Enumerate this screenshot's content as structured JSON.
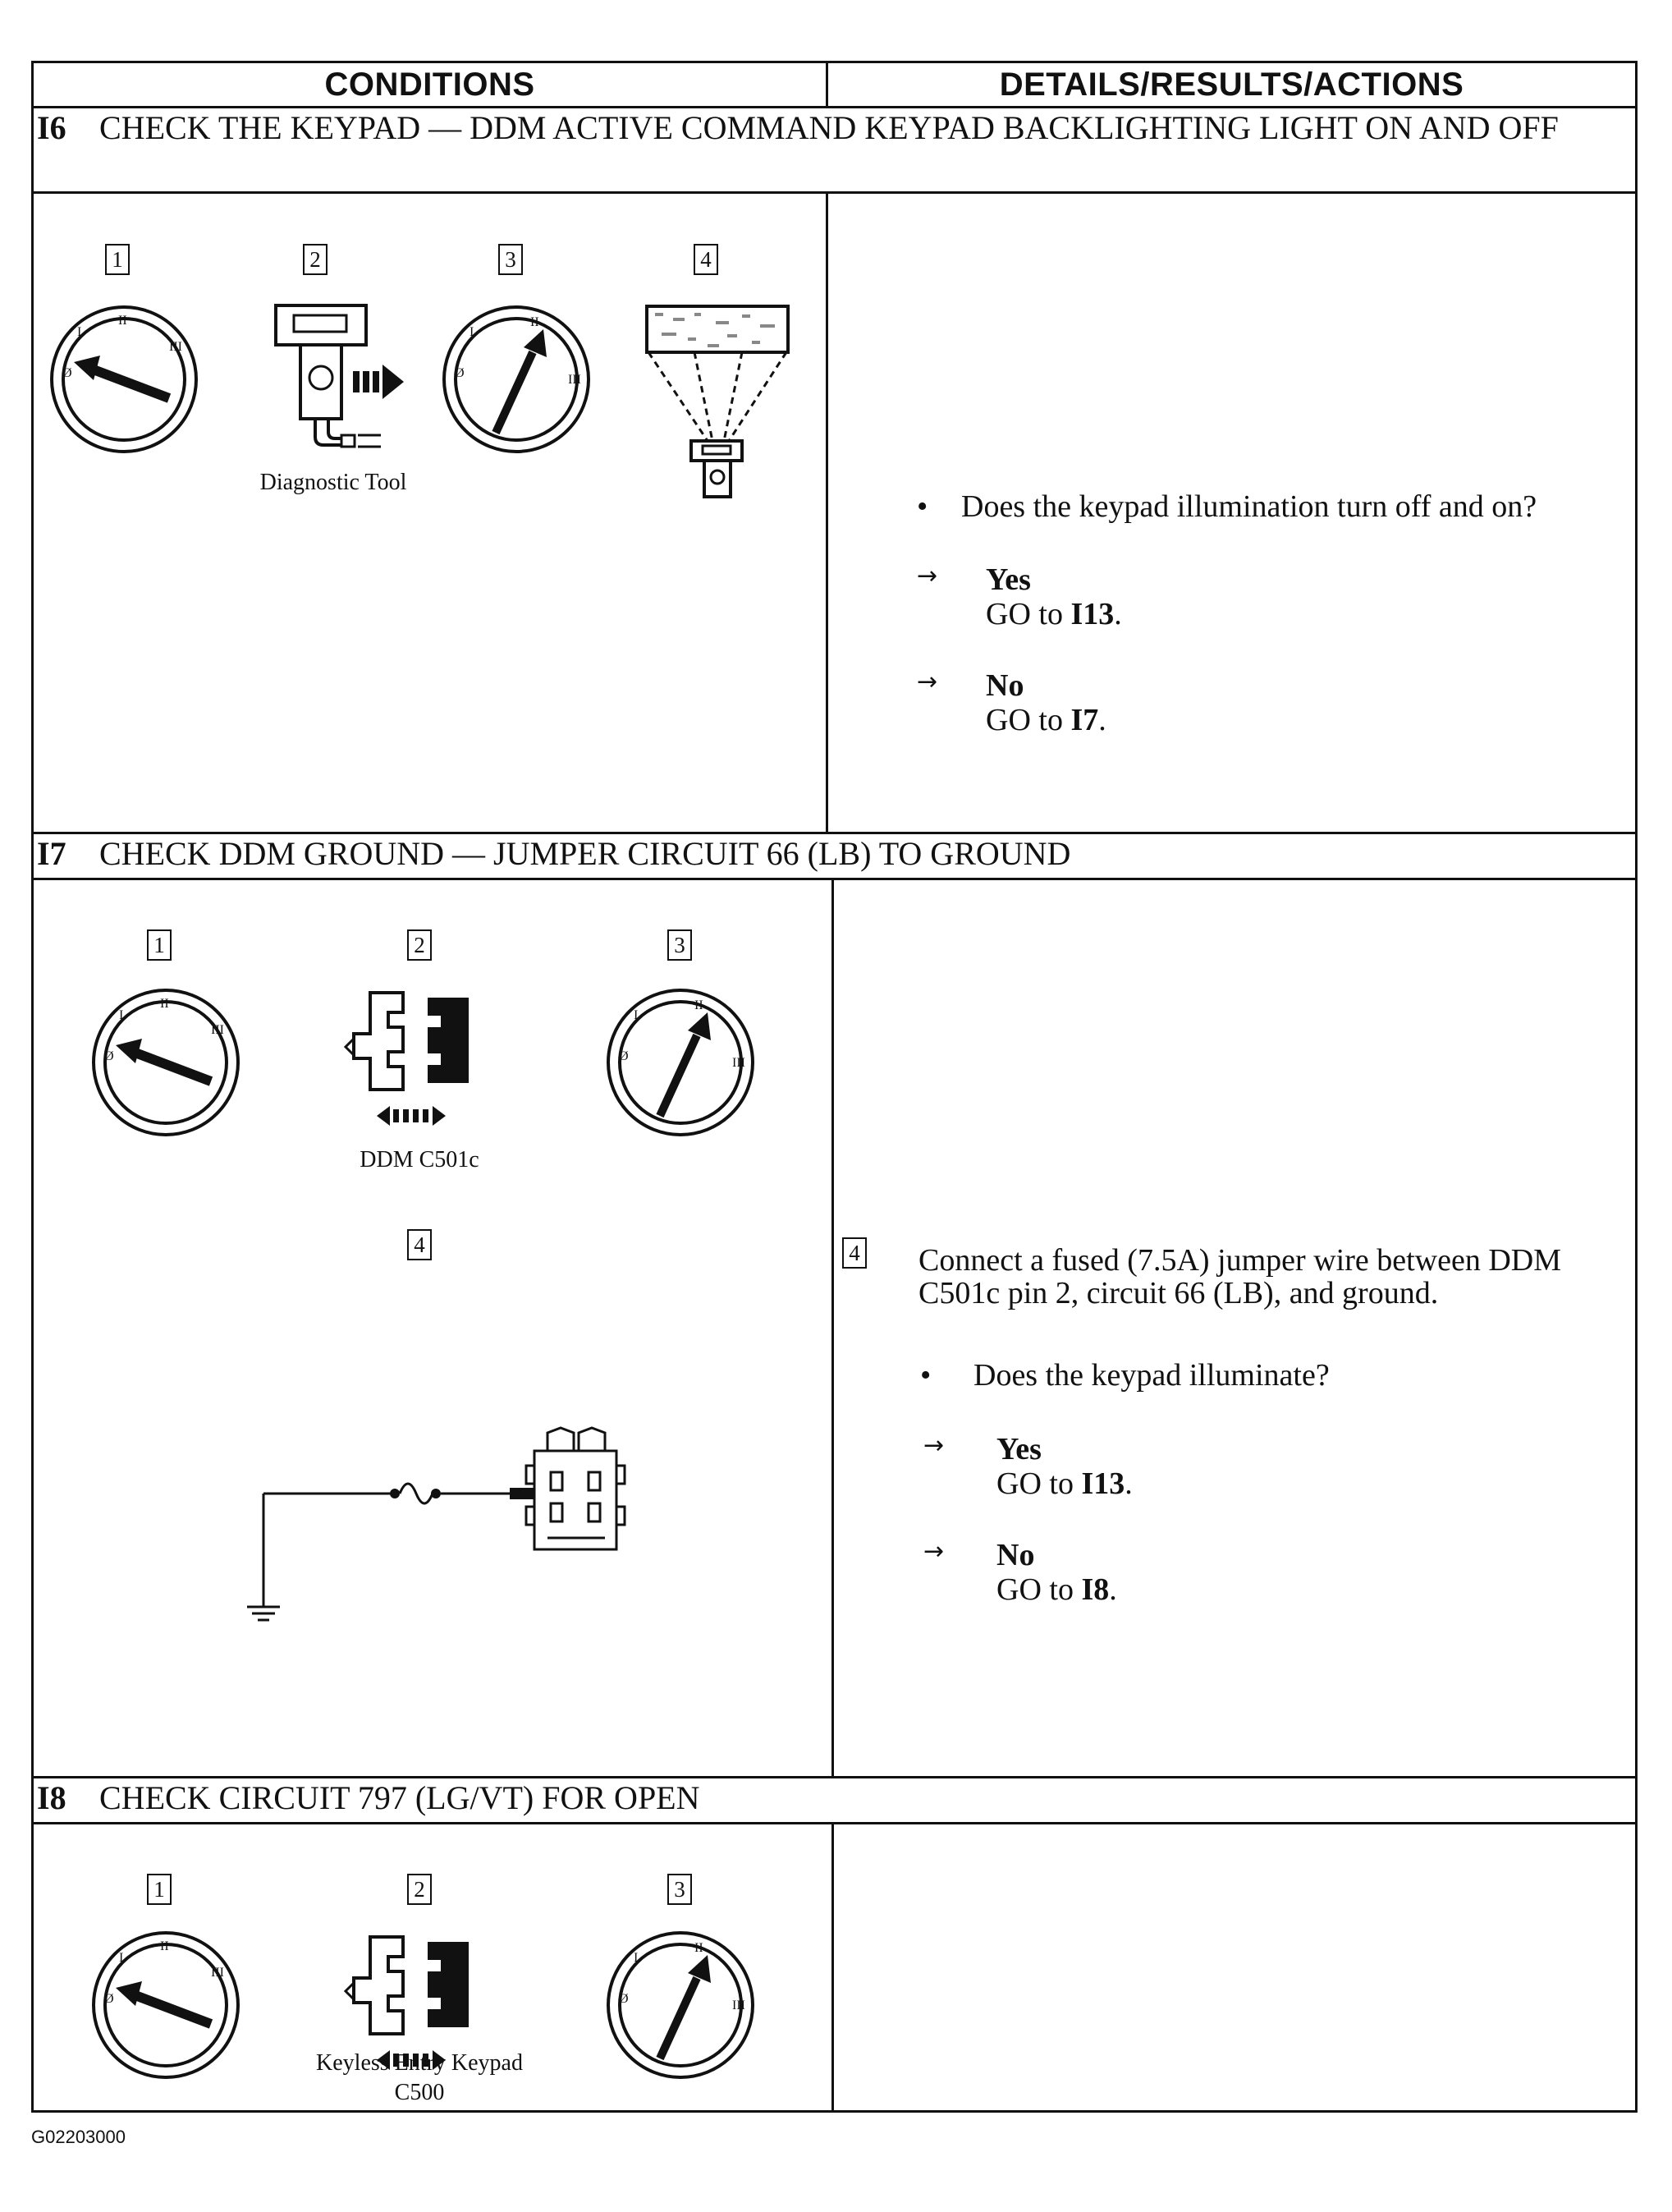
{
  "header": {
    "conditions": "CONDITIONS",
    "details": "DETAILS/RESULTS/ACTIONS"
  },
  "steps": [
    {
      "id": "I6",
      "title": "CHECK THE KEYPAD — DDM ACTIVE COMMAND KEYPAD BACKLIGHTING LIGHT ON AND OFF",
      "figure_numbers": [
        "1",
        "2",
        "3",
        "4"
      ],
      "figure_label": "Diagnostic Tool",
      "question": "Does the keypad illumination turn off and on?",
      "yes_answer": "Yes",
      "yes_prefix": "GO to ",
      "yes_target": "I13",
      "no_answer": "No",
      "no_prefix": "GO to ",
      "no_target": "I7"
    },
    {
      "id": "I7",
      "title": "CHECK DDM GROUND — JUMPER CIRCUIT 66 (LB) TO GROUND",
      "figure_numbers": [
        "1",
        "2",
        "3",
        "4"
      ],
      "figure_label": "DDM C501c",
      "instruction_number": "4",
      "instruction": "Connect a fused (7.5A) jumper wire between DDM C501c pin 2, circuit 66 (LB), and ground.",
      "question": "Does the keypad illuminate?",
      "yes_answer": "Yes",
      "yes_prefix": "GO to ",
      "yes_target": "I13",
      "no_answer": "No",
      "no_prefix": "GO to ",
      "no_target": "I8"
    },
    {
      "id": "I8",
      "title": "CHECK CIRCUIT 797 (LG/VT) FOR OPEN",
      "figure_numbers": [
        "1",
        "2",
        "3"
      ],
      "figure_label_line1": "Keyless Entry Keypad",
      "figure_label_line2": "C500"
    }
  ],
  "glyphs": {
    "bullet": "•",
    "arrow": "→"
  },
  "footer": {
    "code": "G02203000"
  }
}
